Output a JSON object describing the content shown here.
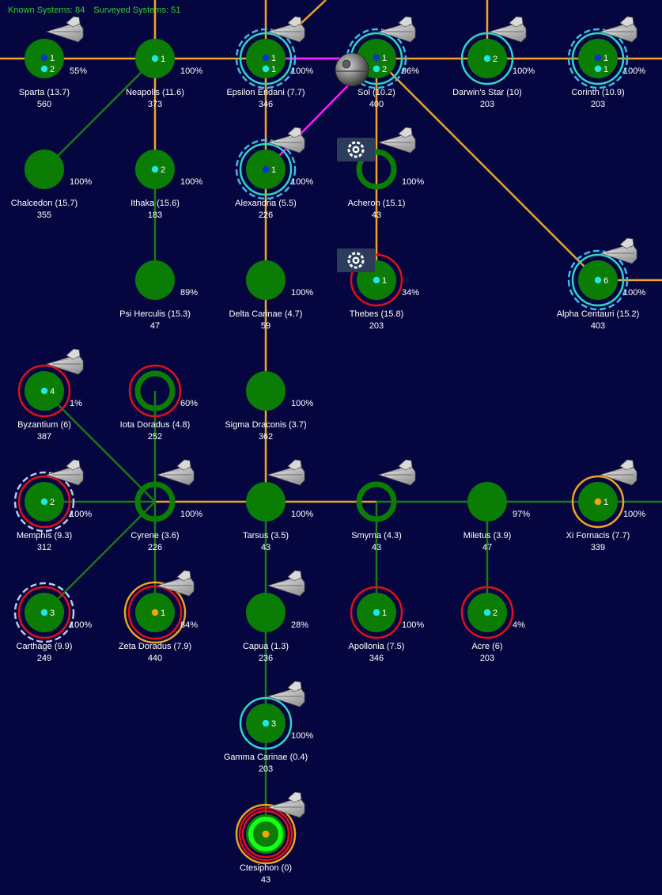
{
  "header": {
    "known_label": "Known Systems: 84",
    "surveyed_label": "Surveyed Systems: 51"
  },
  "colors": {
    "background": "#05063f",
    "lane_orange": "#f2a31f",
    "lane_green": "#1b7a13",
    "lane_magenta": "#ff1aff",
    "system_fill": "#0b7d04",
    "ring_red": "#e0101a",
    "ring_orange": "#f2a31f",
    "ring_cyan": "#2fd6c8",
    "ring_lightblue": "#3db8f0",
    "ring_lightgreen": "#15ff1a",
    "dot_cyan": "#22e6e6",
    "dot_blue": "#0b34c8",
    "dot_orange": "#f7a20f",
    "text": "#ffffff"
  },
  "systems": [
    {
      "id": "sparta",
      "name": "Sparta",
      "dist": "(13.7)",
      "pop": "560",
      "pct": "55%",
      "counts": [
        "1",
        "2"
      ],
      "dots": [
        "dot_blue",
        "dot_cyan"
      ],
      "rings": [],
      "ship": true
    },
    {
      "id": "neapolis",
      "name": "Neapolis",
      "dist": "(11.6)",
      "pop": "373",
      "pct": "100%",
      "counts": [
        "1"
      ],
      "dots": [
        "dot_cyan"
      ],
      "rings": [],
      "ship": false
    },
    {
      "id": "epsilon-eridani",
      "name": "Epsilon Eridani",
      "dist": "(7.7)",
      "pop": "346",
      "pct": "100%",
      "counts": [
        "1",
        "1"
      ],
      "dots": [
        "dot_blue",
        "dot_cyan"
      ],
      "rings": [
        "lightblue-dashed",
        "cyan"
      ],
      "ship": true
    },
    {
      "id": "sol",
      "name": "Sol",
      "dist": "(10.2)",
      "pop": "400",
      "pct": "96%",
      "counts": [
        "1",
        "2"
      ],
      "dots": [
        "dot_blue",
        "dot_cyan"
      ],
      "rings": [
        "lightblue-dashed",
        "cyan"
      ],
      "ship": true,
      "deathstar": true
    },
    {
      "id": "darwins-star",
      "name": "Darwin's Star",
      "dist": "(10)",
      "pop": "203",
      "pct": "100%",
      "counts": [
        "2"
      ],
      "dots": [
        "dot_cyan"
      ],
      "rings": [
        "cyan"
      ],
      "ship": true
    },
    {
      "id": "corinth",
      "name": "Corinth",
      "dist": "(10.9)",
      "pop": "203",
      "pct": "100%",
      "counts": [
        "1",
        "1"
      ],
      "dots": [
        "dot_blue",
        "dot_cyan"
      ],
      "rings": [
        "lightblue-dashed",
        "cyan"
      ],
      "ship": true
    },
    {
      "id": "chalcedon",
      "name": "Chalcedon",
      "dist": "(15.7)",
      "pop": "355",
      "pct": "100%",
      "counts": [],
      "dots": [],
      "rings": [],
      "ship": false
    },
    {
      "id": "ithaka",
      "name": "Ithaka",
      "dist": "(15.6)",
      "pop": "183",
      "pct": "100%",
      "counts": [
        "2"
      ],
      "dots": [
        "dot_cyan"
      ],
      "rings": [],
      "ship": false
    },
    {
      "id": "alexandria",
      "name": "Alexandria",
      "dist": "(5.5)",
      "pop": "226",
      "pct": "100%",
      "counts": [
        "1"
      ],
      "dots": [
        "dot_blue"
      ],
      "rings": [
        "lightblue-dashed",
        "cyan"
      ],
      "ship": true
    },
    {
      "id": "acheron",
      "name": "Acheron",
      "dist": "(15.1)",
      "pop": "43",
      "pct": "100%",
      "counts": [],
      "dots": [],
      "rings": [],
      "ship": true,
      "hollow": true,
      "badge": true
    },
    {
      "id": "psi-herculis",
      "name": "Psi Herculis",
      "dist": "(15.3)",
      "pop": "47",
      "pct": "89%",
      "counts": [],
      "dots": [],
      "rings": [],
      "ship": false
    },
    {
      "id": "delta-carinae",
      "name": "Delta Carinae",
      "dist": "(4.7)",
      "pop": "59",
      "pct": "100%",
      "counts": [],
      "dots": [],
      "rings": [],
      "ship": false
    },
    {
      "id": "thebes",
      "name": "Thebes",
      "dist": "(15.8)",
      "pop": "203",
      "pct": "34%",
      "counts": [
        "1"
      ],
      "dots": [
        "dot_cyan"
      ],
      "rings": [
        "red"
      ],
      "ship": false,
      "badge": true
    },
    {
      "id": "alpha-centauri",
      "name": "Alpha Centauri",
      "dist": "(15.2)",
      "pop": "403",
      "pct": "100%",
      "counts": [
        "6"
      ],
      "dots": [
        "dot_cyan"
      ],
      "rings": [
        "lightblue-dashed",
        "cyan"
      ],
      "ship": true
    },
    {
      "id": "byzantium",
      "name": "Byzantium",
      "dist": "(6)",
      "pop": "387",
      "pct": "1%",
      "counts": [
        "4"
      ],
      "dots": [
        "dot_cyan"
      ],
      "rings": [
        "red"
      ],
      "ship": true
    },
    {
      "id": "iota-doradus",
      "name": "Iota Doradus",
      "dist": "(4.8)",
      "pop": "252",
      "pct": "60%",
      "counts": [],
      "dots": [],
      "rings": [
        "red"
      ],
      "ship": false,
      "hollow": true
    },
    {
      "id": "sigma-draconis",
      "name": "Sigma Draconis",
      "dist": "(3.7)",
      "pop": "362",
      "pct": "100%",
      "counts": [],
      "dots": [],
      "rings": [],
      "ship": false
    },
    {
      "id": "memphis",
      "name": "Memphis",
      "dist": "(9.3)",
      "pop": "312",
      "pct": "100%",
      "counts": [
        "2"
      ],
      "dots": [
        "dot_cyan"
      ],
      "rings": [
        "white-dashed",
        "red"
      ],
      "ship": true
    },
    {
      "id": "cyrene",
      "name": "Cyrene",
      "dist": "(3.6)",
      "pop": "226",
      "pct": "100%",
      "counts": [],
      "dots": [],
      "rings": [],
      "ship": true,
      "hollow": true
    },
    {
      "id": "tarsus",
      "name": "Tarsus",
      "dist": "(3.5)",
      "pop": "43",
      "pct": "100%",
      "counts": [],
      "dots": [],
      "rings": [],
      "ship": true
    },
    {
      "id": "smyrna",
      "name": "Smyrna",
      "dist": "(4.3)",
      "pop": "43",
      "pct": "",
      "counts": [],
      "dots": [],
      "rings": [],
      "ship": true,
      "hollow": true
    },
    {
      "id": "miletus",
      "name": "Miletus",
      "dist": "(3.9)",
      "pop": "47",
      "pct": "97%",
      "counts": [],
      "dots": [],
      "rings": [],
      "ship": false
    },
    {
      "id": "xi-fornacis",
      "name": "Xi Fornacis",
      "dist": "(7.7)",
      "pop": "339",
      "pct": "100%",
      "counts": [
        "1"
      ],
      "dots": [
        "dot_orange"
      ],
      "rings": [
        "orange"
      ],
      "ship": true
    },
    {
      "id": "carthage",
      "name": "Carthage",
      "dist": "(9.9)",
      "pop": "249",
      "pct": "100%",
      "counts": [
        "3"
      ],
      "dots": [
        "dot_cyan"
      ],
      "rings": [
        "white-dashed",
        "red"
      ],
      "ship": false
    },
    {
      "id": "zeta-doradus",
      "name": "Zeta Doradus",
      "dist": "(7.9)",
      "pop": "440",
      "pct": "84%",
      "counts": [
        "1"
      ],
      "dots": [
        "dot_orange"
      ],
      "rings": [
        "orange",
        "red"
      ],
      "ship": true
    },
    {
      "id": "capua",
      "name": "Capua",
      "dist": "(1.3)",
      "pop": "236",
      "pct": "28%",
      "counts": [],
      "dots": [],
      "rings": [],
      "ship": true
    },
    {
      "id": "apollonia",
      "name": "Apollonia",
      "dist": "(7.5)",
      "pop": "346",
      "pct": "100%",
      "counts": [
        "1"
      ],
      "dots": [
        "dot_cyan"
      ],
      "rings": [
        "red"
      ],
      "ship": false
    },
    {
      "id": "acre",
      "name": "Acre",
      "dist": "(6)",
      "pop": "203",
      "pct": "4%",
      "counts": [
        "2"
      ],
      "dots": [
        "dot_cyan"
      ],
      "rings": [
        "red"
      ],
      "ship": false
    },
    {
      "id": "gamma-carinae",
      "name": "Gamma Carinae",
      "dist": "(0.4)",
      "pop": "203",
      "pct": "100%",
      "counts": [
        "3"
      ],
      "dots": [
        "dot_cyan"
      ],
      "rings": [
        "cyan"
      ],
      "ship": true
    },
    {
      "id": "ctesiphon",
      "name": "Ctesiphon",
      "dist": "(0)",
      "pop": "43",
      "pct": "",
      "counts": [],
      "dots": [
        "dot_orange"
      ],
      "rings": [
        "orange",
        "red",
        "red"
      ],
      "ship": true,
      "capital": true
    }
  ]
}
